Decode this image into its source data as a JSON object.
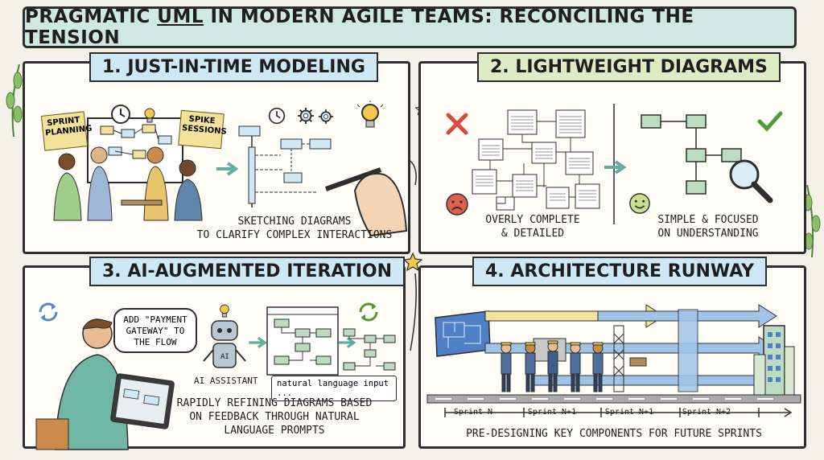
{
  "title": {
    "prefix": "PRAGMATIC ",
    "underlined": "UML",
    "suffix": " IN MODERN AGILE TEAMS: RECONCILING THE TENSION"
  },
  "panel1": {
    "title": "1. JUST-IN-TIME MODELING",
    "sticky_left": "SPRINT PLANNING",
    "sticky_right": "SPIKE SESSIONS",
    "caption_line1": "SKETCHING DIAGRAMS",
    "caption_line2": "TO CLARIFY COMPLEX INTERACTIONS"
  },
  "panel2": {
    "title": "2. LIGHTWEIGHT DIAGRAMS",
    "left_caption_line1": "OVERLY COMPLETE",
    "left_caption_line2": "& DETAILED",
    "right_caption_line1": "SIMPLE & FOCUSED",
    "right_caption_line2": "ON UNDERSTANDING"
  },
  "panel3": {
    "title": "3. AI-AUGMENTED ITERATION",
    "speech_bubble": "ADD \"PAYMENT GATEWAY\" TO THE FLOW",
    "ai_label": "AI ASSISTANT",
    "robot_badge": "AI",
    "input_text": "natural language input ...",
    "caption_line1": "RAPIDLY REFINING DIAGRAMS BASED",
    "caption_line2": "ON FEEDBACK THROUGH NATURAL",
    "caption_line3": "LANGUAGE PROMPTS"
  },
  "panel4": {
    "title": "4. ARCHITECTURE RUNWAY",
    "sprints": [
      "Sprint N",
      "Sprint N+1",
      "Sprint N+1",
      "Sprint N+2"
    ],
    "caption": "PRE-DESIGNING KEY COMPONENTS FOR FUTURE SPRINTS"
  },
  "colors": {
    "banner": "#cfe8e2",
    "green_tab": "#dcecc4",
    "blue_tab": "#cfe8f5",
    "sticky": "#f3e29a",
    "cross_red": "#d9483b",
    "check_green": "#4f9a3c",
    "arrow_teal": "#5fae9e"
  },
  "icons": [
    "clock-icon",
    "gear-icon",
    "lightbulb-icon",
    "cross-icon",
    "check-icon",
    "frown-face-icon",
    "smile-face-icon",
    "magnifier-icon",
    "refresh-icon",
    "robot-icon",
    "blueprint-icon",
    "building-icon",
    "star-icon",
    "leaf-icon"
  ]
}
